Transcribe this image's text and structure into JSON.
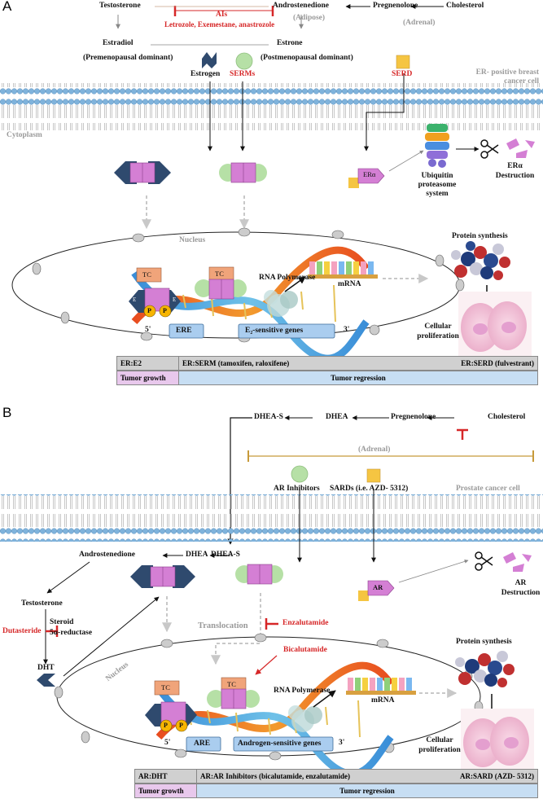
{
  "panel_a": {
    "label": "A",
    "testosterone": "Testosterone",
    "androstenedione": "Androstenedione",
    "pregnenolone": "Pregnenolone",
    "cholesterol": "Cholesterol",
    "ais": "AIs",
    "ai_drugs": "Letrozole, Exemestane, anastrozole",
    "adipose": "(Adipose)",
    "adrenal": "(Adrenal)",
    "estradiol": "Estradiol",
    "estrone": "Estrone",
    "premenopausal": "(Premenopausal dominant)",
    "postmenopausal": "(Postmenopausal dominant)",
    "estrogen": "Estrogen",
    "serms": "SERMs",
    "serd": "SERD",
    "cell_type": "ER- positive breast cancer cell",
    "cytoplasm": "Cytoplasm",
    "era": "ERα",
    "ubiquitin": "Ubiquitin proteasome system",
    "era_destruction": "ERα Destruction",
    "nucleus": "Nucleus",
    "protein_synthesis": "Protein synthesis",
    "tc": "TC",
    "e": "E",
    "p": "P",
    "rna_polymerase": "RNA Polymerase",
    "mrna": "mRNA",
    "five_prime": "5'",
    "three_prime": "3'",
    "ere": "ERE",
    "e2_genes": "E₂-sensitive genes",
    "cellular_proliferation": "Cellular proliferation",
    "table": {
      "er_e2": "ER:E2",
      "tumor_growth": "Tumor growth",
      "er_serm": "ER:SERM (tamoxifen, raloxifene)",
      "er_serd": "ER:SERD (fulvestrant)",
      "tumor_regression": "Tumor regression"
    }
  },
  "panel_b": {
    "label": "B",
    "dheas": "DHEA-S",
    "dhea": "DHEA",
    "pregnenolone": "Pregnenolone",
    "cholesterol": "Cholesterol",
    "adrenal": "(Adrenal)",
    "ar_inhibitors": "AR Inhibitors",
    "sards": "SARDs (i.e. AZD- 5312)",
    "cell_type": "Prostate cancer cell",
    "androstenedione": "Androstenedione",
    "dhea_in": "DHEA",
    "dheas_in": "DHEA-S",
    "testosterone": "Testosterone",
    "dutasteride": "Dutasteride",
    "steroid": "Steroid",
    "reductase": "5α-reductase",
    "dht": "DHT",
    "ar": "AR",
    "ar_destruction": "AR Destruction",
    "translocation": "Translocation",
    "enzalutamide": "Enzalutamide",
    "bicalutamide": "Bicalutamide",
    "nucleus": "Nucleus",
    "protein_synthesis": "Protein synthesis",
    "tc": "TC",
    "p": "P",
    "rna_polymerase": "RNA Polymerase",
    "mrna": "mRNA",
    "five_prime": "5'",
    "three_prime": "3'",
    "are": "ARE",
    "androgen_genes": "Androgen-sensitive genes",
    "cellular_proliferation": "Cellular proliferation",
    "table": {
      "ar_dht": "AR:DHT",
      "tumor_growth": "Tumor growth",
      "ar_inhib": "AR:AR Inhibitors (bicalutamide, enzalutamide)",
      "ar_sard": "AR:SARD (AZD- 5312)",
      "tumor_regression": "Tumor regression"
    }
  },
  "colors": {
    "membrane_head": "#7fb3dc",
    "membrane_tail": "#b9b9b9",
    "receptor_pink": "#d47fd4",
    "estrogen_navy": "#2f4a6e",
    "serm_green": "#b6e0a6",
    "serd_yellow": "#f5c542",
    "tc_orange": "#f0a47a",
    "p_yellow": "#f7b500",
    "ere_blue": "#aacdef",
    "table_gray": "#d0d0d0",
    "table_pink": "#e8c8ec",
    "table_blue": "#c7def3",
    "inhibitor_red": "#d62728",
    "adrenal_gold": "#c79a3a"
  }
}
